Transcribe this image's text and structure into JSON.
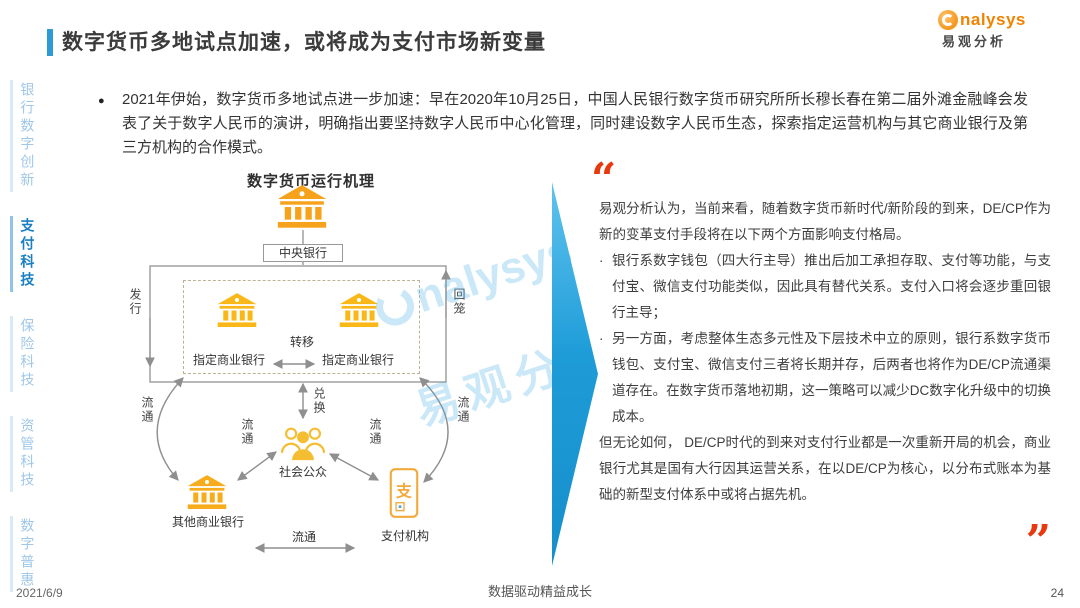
{
  "header": {
    "title": "数字货币多地试点加速，或将成为支付市场新变量",
    "logo_brand": "nalysys",
    "logo_cn": "易观分析"
  },
  "sidebar": {
    "items": [
      {
        "label": "银行数字创新",
        "active": false
      },
      {
        "label": "支付科技",
        "active": true
      },
      {
        "label": "保险科技",
        "active": false
      },
      {
        "label": "资管科技",
        "active": false
      },
      {
        "label": "数字普惠",
        "active": false
      }
    ]
  },
  "intro": {
    "bullet_char": "●",
    "text": "2021年伊始，数字货币多地试点进一步加速：早在2020年10月25日，中国人民银行数字货币研究所所长穆长春在第二届外滩金融峰会发表了关于数字人民币的演讲，明确指出要坚持数字人民币中心化管理，同时建设数字人民币生态，探索指定运营机构与其它商业银行及第三方机构的合作模式。"
  },
  "diagram": {
    "title": "数字货币运行机理",
    "central_bank": "中央银行",
    "designated_bank": "指定商业银行",
    "public": "社会公众",
    "other_bank": "其他商业银行",
    "payment_org": "支付机构",
    "issue": "发行",
    "recall": "回笼",
    "transfer": "转移",
    "exchange": "兑换",
    "circulate": "流通",
    "phone_glyph": "支"
  },
  "insight": {
    "open_quote": "“",
    "close_quote": "”",
    "bullet_char": "·",
    "para1": "易观分析认为，当前来看，随着数字货币新时代/新阶段的到来，DE/CP作为新的变革支付手段将在以下两个方面影响支付格局。",
    "bullets": [
      "银行系数字钱包（四大行主导）推出后加工承担存取、支付等功能，与支付宝、微信支付功能类似，因此具有替代关系。支付入口将会逐步重回银行主导；",
      "另一方面，考虑整体生态多元性及下层技术中立的原则，银行系数字货币钱包、支付宝、微信支付三者将长期并存，后两者也将作为DE/CP流通渠道存在。在数字货币落地初期，这一策略可以减少DC数字化升级中的切换成本。"
    ],
    "para2": "但无论如何， DE/CP时代的到来对支付行业都是一次重新开局的机会，商业银行尤其是国有大行因其运营关系，在以DE/CP为核心，以分布式账本为基础的新型支付体系中或将占据先机。"
  },
  "watermark": {
    "line1": "nalysys",
    "line2": "易观分"
  },
  "footer": {
    "date": "2021/6/9",
    "slogan": "数据驱动精益成长",
    "page": "24"
  }
}
